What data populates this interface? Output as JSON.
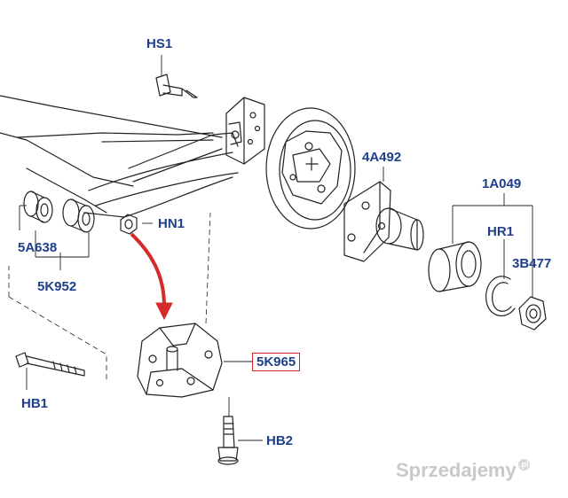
{
  "labels": {
    "hs1": "HS1",
    "a4492": "4A492",
    "a1049": "1A049",
    "hr1": "HR1",
    "b3477": "3B477",
    "hn1": "HN1",
    "a5638": "5A638",
    "k5952": "5K952",
    "k5965": "5K965",
    "hb1": "HB1",
    "hb2": "HB2"
  },
  "watermark": {
    "text": "Sprzedajemy",
    "suffix": ".pl"
  },
  "colors": {
    "label": "#1e3f8a",
    "highlight_box": "#d42a2a",
    "arrow": "#d42a2a",
    "line_art": "#222222",
    "watermark": "#c9c9c9"
  }
}
